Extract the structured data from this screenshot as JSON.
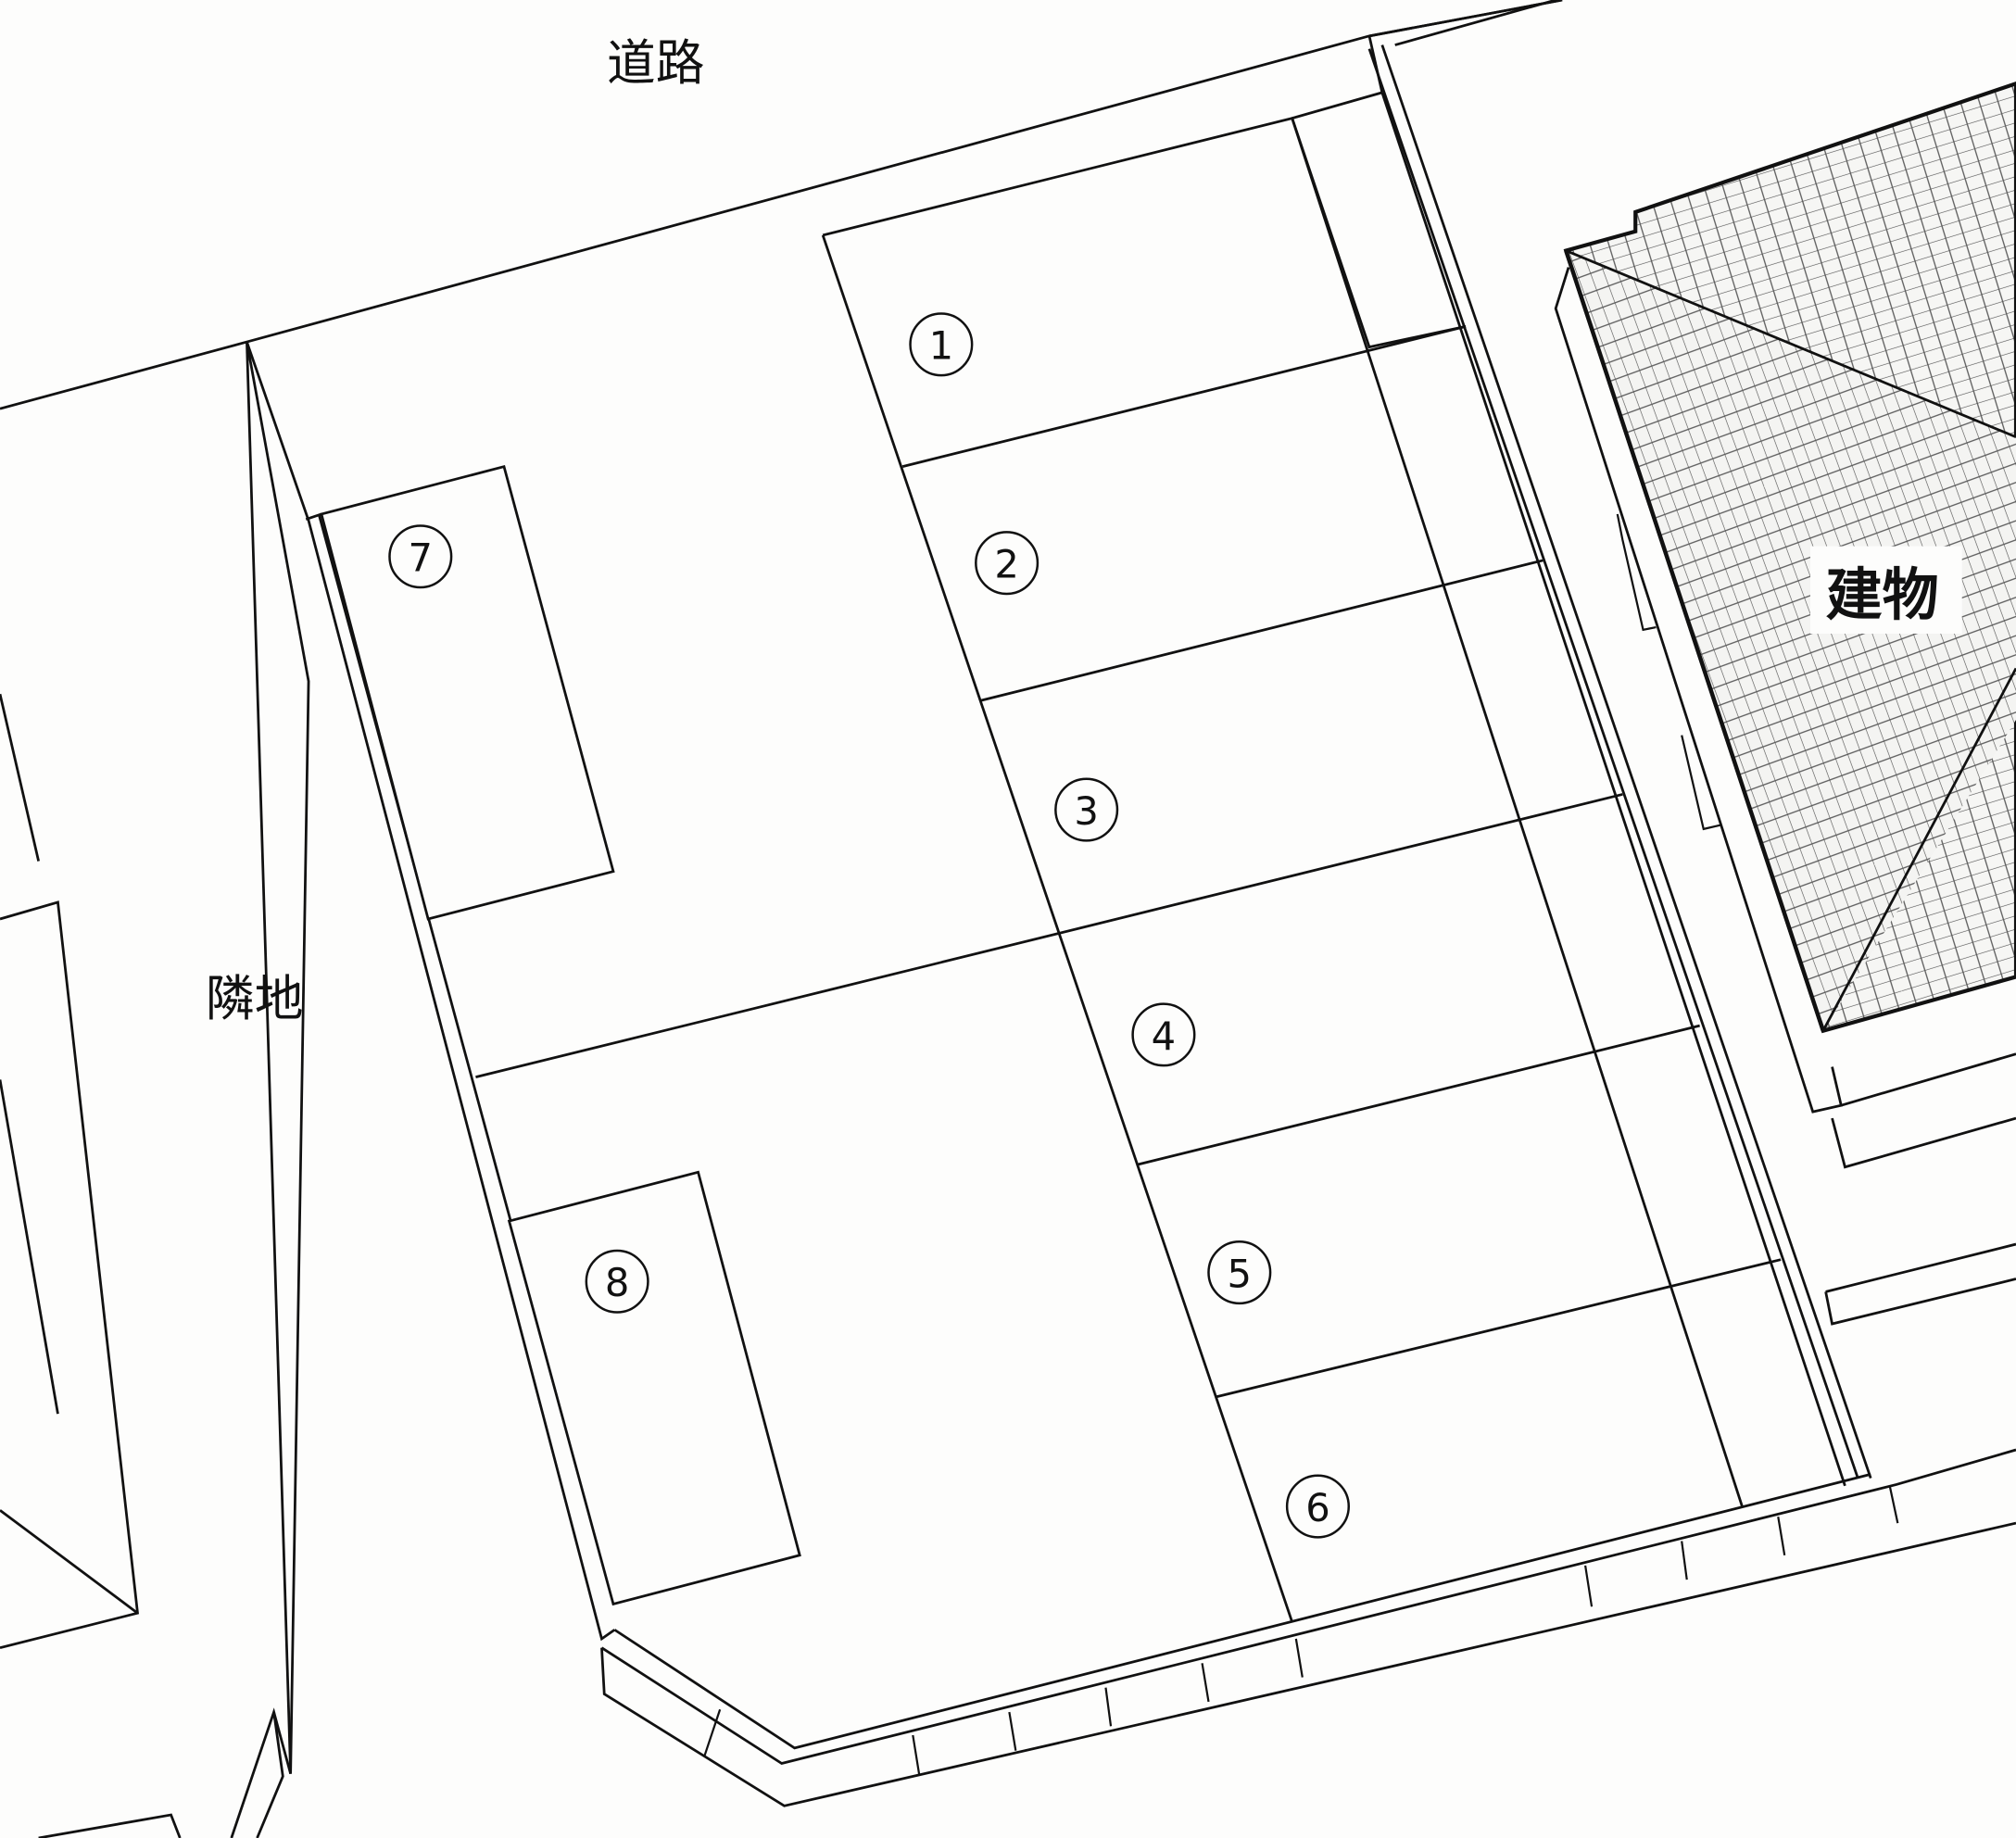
{
  "labels": {
    "road": "道路",
    "neighbor_land": "隣地",
    "building": "建物"
  },
  "parking_spaces": [
    {
      "id": "1",
      "label": "①"
    },
    {
      "id": "2",
      "label": "②"
    },
    {
      "id": "3",
      "label": "③"
    },
    {
      "id": "4",
      "label": "④"
    },
    {
      "id": "5",
      "label": "⑤"
    },
    {
      "id": "6",
      "label": "⑥"
    },
    {
      "id": "7",
      "label": "⑦"
    },
    {
      "id": "8",
      "label": "⑧"
    }
  ],
  "colors": {
    "line": "#111111",
    "background": "#fdfdfc",
    "roof_hatch": "#555555"
  }
}
